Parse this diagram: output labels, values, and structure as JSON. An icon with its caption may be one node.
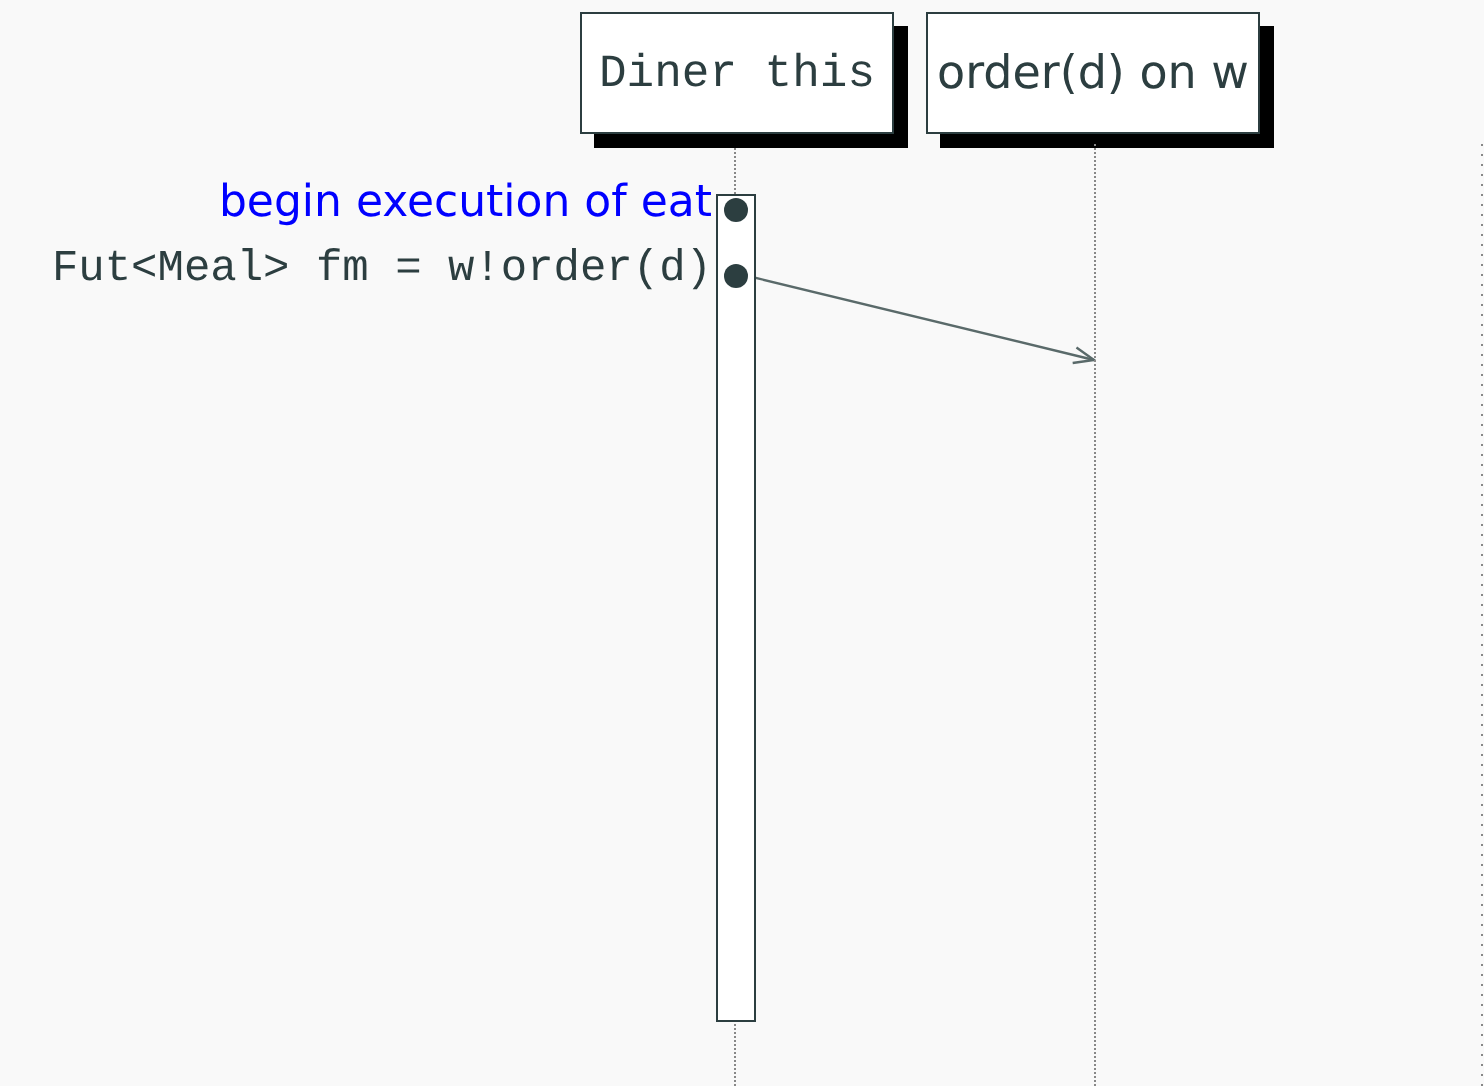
{
  "diagram": {
    "nodes": [
      {
        "text": [
          "Diner this"
        ]
      },
      {
        "text": [
          "order(d) on w"
        ]
      },
      {
        "text": [],
        "shape": "bar"
      },
      {
        "text": [],
        "shape": "circle",
        "in": 2,
        "beside": [
          "begin execution of eat"
        ]
      },
      {
        "text": [],
        "shape": "circle",
        "in": 2,
        "beside": [
          "Fut<Meal> fm = w!order(d)"
        ]
      },
      {
        "text": [],
        "shape": "line"
      },
      {
        "text": [],
        "shape": "line"
      }
    ],
    "edges": [
      {
        "from": 4,
        "to": 6,
        "arrow": "to"
      }
    ]
  }
}
